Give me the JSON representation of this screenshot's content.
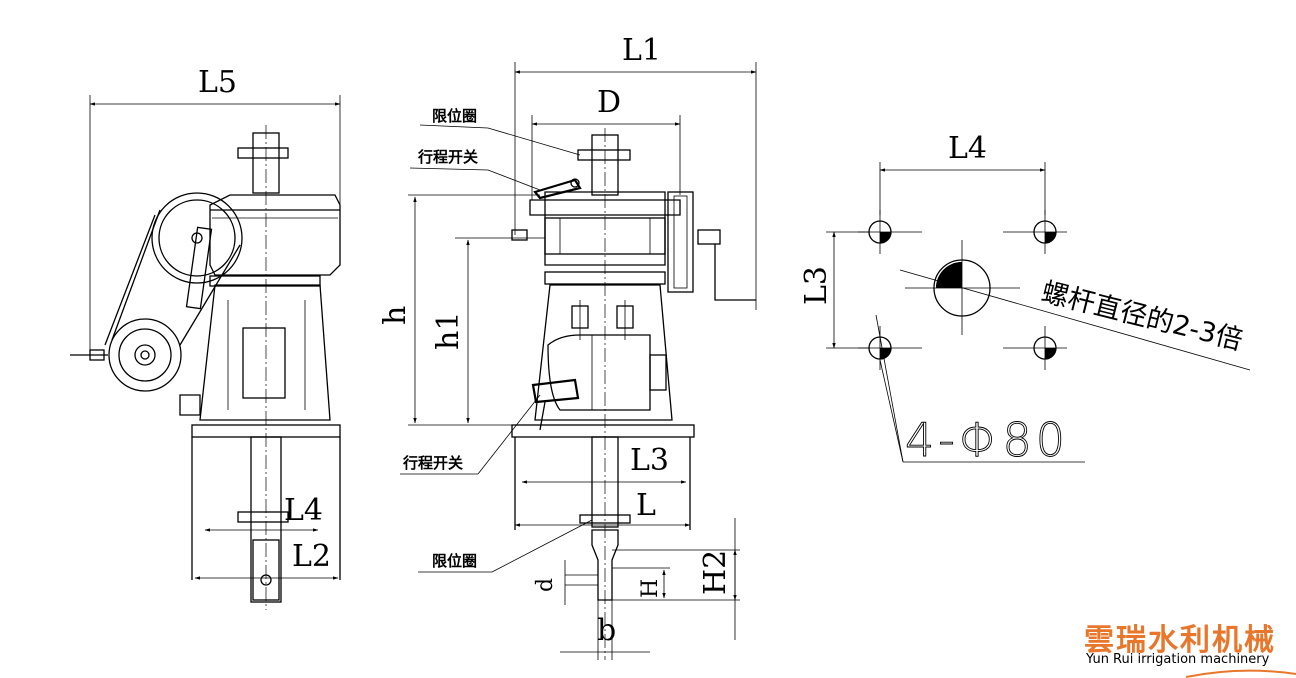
{
  "labels": {
    "L5": "L5",
    "L4_left": "L4",
    "L2": "L2",
    "L1": "L1",
    "D": "D",
    "h": "h",
    "h1": "h1",
    "L3_mid": "L3",
    "L_mid": "L",
    "d": "d",
    "H": "H",
    "H2": "H2",
    "b": "b",
    "L4_right": "L4",
    "L3_right": "L3",
    "bolt_holes": "4-Φ80",
    "limit_ring_top": "限位圈",
    "travel_switch_top": "行程开关",
    "travel_switch_bottom": "行程开关",
    "limit_ring_bottom": "限位圈",
    "screw_note": "螺杆直径的2-3倍"
  },
  "logo": {
    "name": "雲瑞水利机械",
    "subtitle": "Yun Rui irrigation machinery",
    "color": "#e8772c"
  }
}
